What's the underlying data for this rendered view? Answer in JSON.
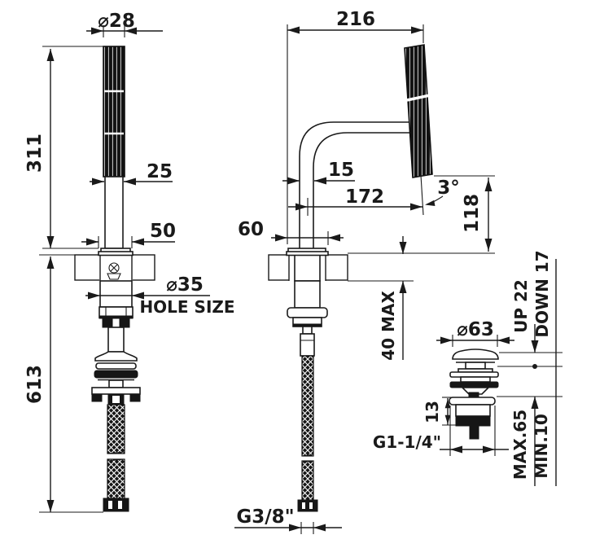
{
  "meta": {
    "background": "#ffffff",
    "line_color": "#1a1a1a"
  },
  "front_view": {
    "spout_diameter": "⌀28",
    "height_above_deck": "311",
    "spout_width": "25",
    "base_width": "50",
    "hole_diameter": "⌀35",
    "hole_size_label": "HOLE SIZE",
    "total_depth_below": "613"
  },
  "side_view": {
    "projection": "216",
    "spout_body_width": "15",
    "reach_to_aerator": "172",
    "aerator_angle": "3°",
    "spout_height": "118",
    "base_depth": "60",
    "max_deck_thickness": "40 MAX",
    "supply_connection": "G3/8\""
  },
  "drain_view": {
    "cap_diameter": "⌀63",
    "plug_up_travel": "UP 22",
    "plug_down_travel": "DOWN 17",
    "flange_height": "13",
    "waste_thread": "G1-1/4\"",
    "deck_max": "MAX.65",
    "deck_min": "MIN.10"
  }
}
